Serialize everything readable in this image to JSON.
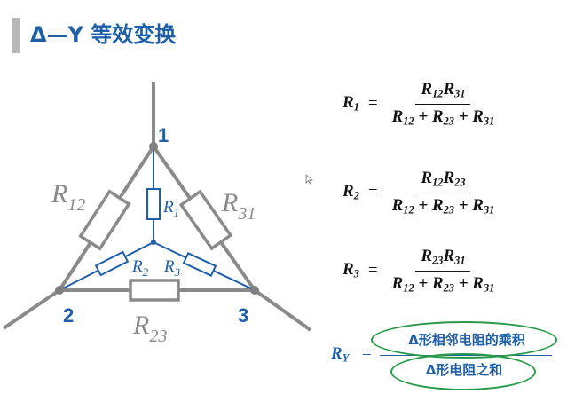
{
  "title": "Δ—Y 等效变换",
  "nodes": {
    "n1": "1",
    "n2": "2",
    "n3": "3"
  },
  "delta_labels": {
    "r12_main": "R",
    "r12_sub": "12",
    "r31_main": "R",
    "r31_sub": "31",
    "r23_main": "R",
    "r23_sub": "23"
  },
  "star_labels": {
    "r1_main": "R",
    "r1_sub": "1",
    "r2_main": "R",
    "r2_sub": "2",
    "r3_main": "R",
    "r3_sub": "3"
  },
  "formulas": [
    {
      "lhs_main": "R",
      "lhs_sub": "1",
      "eq": "=",
      "num_a": "R",
      "num_a_sub": "12",
      "num_b": "R",
      "num_b_sub": "31",
      "den_a": "R",
      "den_a_sub": "12",
      "plus1": " + ",
      "den_b": "R",
      "den_b_sub": "23",
      "plus2": " + ",
      "den_c": "R",
      "den_c_sub": "31"
    },
    {
      "lhs_main": "R",
      "lhs_sub": "2",
      "eq": "=",
      "num_a": "R",
      "num_a_sub": "12",
      "num_b": "R",
      "num_b_sub": "23",
      "den_a": "R",
      "den_a_sub": "12",
      "plus1": " + ",
      "den_b": "R",
      "den_b_sub": "23",
      "plus2": " + ",
      "den_c": "R",
      "den_c_sub": "31"
    },
    {
      "lhs_main": "R",
      "lhs_sub": "3",
      "eq": "=",
      "num_a": "R",
      "num_a_sub": "23",
      "num_b": "R",
      "num_b_sub": "31",
      "den_a": "R",
      "den_a_sub": "12",
      "plus1": " + ",
      "den_b": "R",
      "den_b_sub": "23",
      "plus2": " + ",
      "den_c": "R",
      "den_c_sub": "31"
    }
  ],
  "ry": {
    "lhs_main": "R",
    "lhs_sub": "Y",
    "eq": "=",
    "numerator": "Δ形相邻电阻的乘积",
    "denominator": "Δ形电阻之和"
  },
  "colors": {
    "accent_blue": "#1f5fa8",
    "delta_gray": "#8a8a8a",
    "highlight_green": "#2a9a4a"
  }
}
